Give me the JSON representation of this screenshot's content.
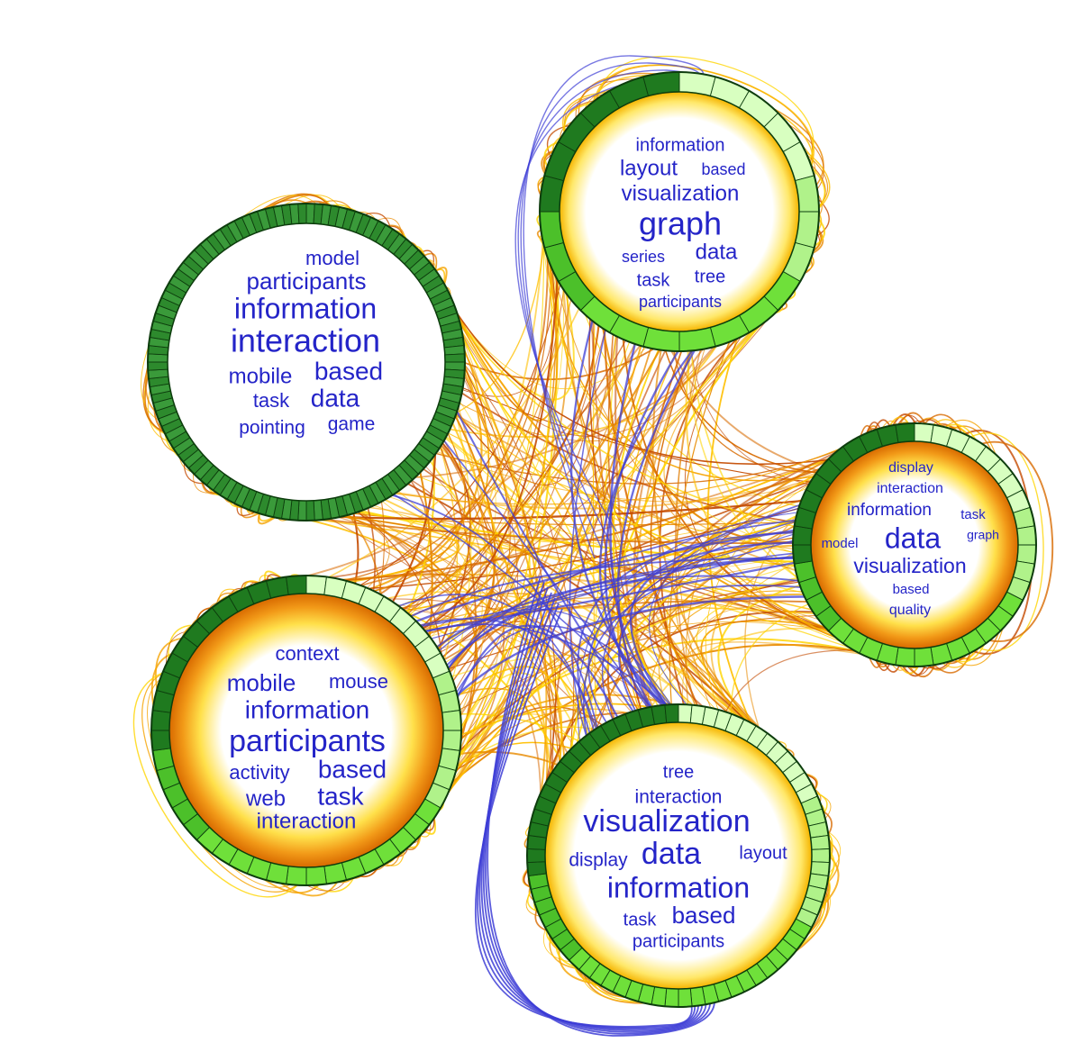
{
  "palette": {
    "background": "#ffffff",
    "word_color": "#2424c8",
    "edge_colors": [
      "#ffd400",
      "#ffbf00",
      "#f5a300",
      "#e88a00",
      "#d86a00",
      "#c44a00"
    ],
    "cross_edge_color": "#3d3dd6",
    "ring_light": "#d8ffc0",
    "ring_mid": "#6fe03a",
    "ring_dark": "#1f7a1f",
    "ring_border": "#0d3d0d"
  },
  "clusters": [
    {
      "id": "c1",
      "ring_fill_pattern": "dark",
      "words": [
        {
          "text": "model",
          "weight": 2
        },
        {
          "text": "participants",
          "weight": 3
        },
        {
          "text": "information",
          "weight": 4
        },
        {
          "text": "interaction",
          "weight": 5
        },
        {
          "text": "mobile",
          "weight": 2
        },
        {
          "text": "based",
          "weight": 3
        },
        {
          "text": "task",
          "weight": 2
        },
        {
          "text": "data",
          "weight": 3
        },
        {
          "text": "pointing",
          "weight": 2
        },
        {
          "text": "game",
          "weight": 2
        }
      ]
    },
    {
      "id": "c2",
      "ring_fill_pattern": "mixed",
      "words": [
        {
          "text": "information",
          "weight": 2
        },
        {
          "text": "layout",
          "weight": 3
        },
        {
          "text": "based",
          "weight": 1
        },
        {
          "text": "visualization",
          "weight": 3
        },
        {
          "text": "graph",
          "weight": 5
        },
        {
          "text": "series",
          "weight": 1
        },
        {
          "text": "data",
          "weight": 3
        },
        {
          "text": "task",
          "weight": 2
        },
        {
          "text": "tree",
          "weight": 2
        },
        {
          "text": "participants",
          "weight": 1
        }
      ]
    },
    {
      "id": "c3",
      "ring_fill_pattern": "mixed",
      "words": [
        {
          "text": "display",
          "weight": 1
        },
        {
          "text": "interaction",
          "weight": 1
        },
        {
          "text": "information",
          "weight": 2
        },
        {
          "text": "task",
          "weight": 1
        },
        {
          "text": "model",
          "weight": 1
        },
        {
          "text": "data",
          "weight": 5
        },
        {
          "text": "graph",
          "weight": 1
        },
        {
          "text": "visualization",
          "weight": 3
        },
        {
          "text": "based",
          "weight": 1
        },
        {
          "text": "quality",
          "weight": 1
        }
      ]
    },
    {
      "id": "c4",
      "ring_fill_pattern": "mixed",
      "words": [
        {
          "text": "context",
          "weight": 2
        },
        {
          "text": "mobile",
          "weight": 3
        },
        {
          "text": "mouse",
          "weight": 2
        },
        {
          "text": "information",
          "weight": 4
        },
        {
          "text": "participants",
          "weight": 5
        },
        {
          "text": "activity",
          "weight": 2
        },
        {
          "text": "based",
          "weight": 3
        },
        {
          "text": "web",
          "weight": 2
        },
        {
          "text": "task",
          "weight": 3
        },
        {
          "text": "interaction",
          "weight": 3
        }
      ]
    },
    {
      "id": "c5",
      "ring_fill_pattern": "mixed",
      "words": [
        {
          "text": "tree",
          "weight": 2
        },
        {
          "text": "interaction",
          "weight": 2
        },
        {
          "text": "visualization",
          "weight": 5
        },
        {
          "text": "display",
          "weight": 2
        },
        {
          "text": "data",
          "weight": 5
        },
        {
          "text": "layout",
          "weight": 2
        },
        {
          "text": "information",
          "weight": 5
        },
        {
          "text": "task",
          "weight": 2
        },
        {
          "text": "based",
          "weight": 3
        },
        {
          "text": "participants",
          "weight": 2
        }
      ]
    }
  ]
}
